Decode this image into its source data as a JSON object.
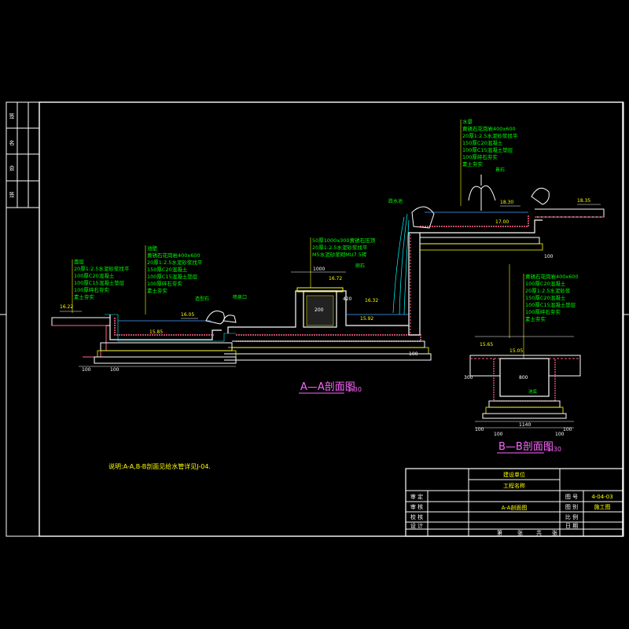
{
  "colors": {
    "background": "#000000",
    "frame": "#ffffff",
    "annotation": "#00ff00",
    "leader": "#ffff00",
    "pink": "#ff6688",
    "cyan": "#00ffff",
    "blue": "#4aa0ff",
    "title_text": "#ffff00"
  },
  "section_aa": {
    "title": "A—A剖面图",
    "scale": "1:30",
    "labels_left": [
      "面层",
      "20厚1:2.5水泥砂浆找平",
      "100厚C20混凝土",
      "100厚C15混凝土垫层",
      "100厚碎石夯实",
      "素土夯实"
    ],
    "labels_mid": [
      "池壁",
      "黄锈石花岗岩400x600",
      "20厚1:2.5水泥砂浆找平",
      "150厚C20混凝土",
      "100厚C15混凝土垫层",
      "100厚碎石夯实",
      "素土夯实"
    ],
    "labels_wall": [
      "50厚1000x300黄锈石压顶",
      "20厚1:2.5水泥砂浆找平",
      "M5水泥砂浆砌MU7.5砖"
    ],
    "labels_right_top": [
      "水景",
      "黄锈石花岗岩400x600",
      "20厚1:2.5水泥砂浆找平",
      "150厚C20混凝土",
      "100厚C15混凝土垫层",
      "100厚碎石夯实",
      "素土夯实"
    ],
    "elevations": [
      "16.22",
      "16.05",
      "15.85",
      "16.72",
      "16.32",
      "15.92",
      "17.00",
      "18.30",
      "18.35"
    ],
    "dims": [
      "100",
      "100",
      "1000",
      "100",
      "100",
      "200",
      "420"
    ],
    "notes": [
      "造型石",
      "喷泉口",
      "卵石",
      "跌水池",
      "景石"
    ]
  },
  "section_bb": {
    "title": "B—B剖面图",
    "scale": "1:30",
    "labels": [
      "黄锈石花岗岩400x600",
      "100厚C20混凝土",
      "20厚1:2.5水泥砂浆",
      "150厚C20混凝土",
      "100厚C15混凝土垫层",
      "100厚碎石夯实",
      "素土夯实"
    ],
    "elevations": [
      "15.65",
      "15.05"
    ],
    "dims": [
      "1140",
      "800",
      "100",
      "100",
      "100",
      "100",
      "300"
    ],
    "inner_note": "池底"
  },
  "general_note": "说明:A-A,B-B剖面见给水管详见J-04.",
  "side_strip": [
    "签",
    "名",
    "会",
    "签"
  ],
  "title_block": {
    "design_unit": "建设单位",
    "project_name": "工程名称",
    "drawing_name": "A-A剖面图",
    "rows": [
      {
        "left": "审  定",
        "right_label": "图  号",
        "right_value": "4-04-03"
      },
      {
        "left": "审  核",
        "right_label": "图  别",
        "right_value": "施工图"
      },
      {
        "left": "校  核",
        "right_label": "比  例",
        "right_value": ""
      },
      {
        "left": "设  计",
        "right_label": "日  期",
        "right_value": ""
      }
    ],
    "sheet_count": [
      "第",
      "张",
      "共",
      "张"
    ]
  }
}
